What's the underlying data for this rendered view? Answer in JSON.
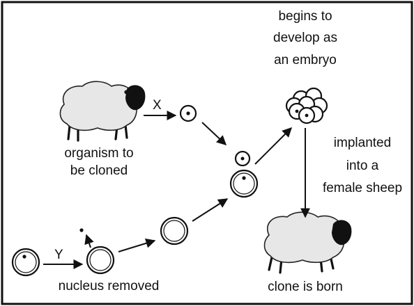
{
  "labels": {
    "arrow_x": "X",
    "arrow_y": "Y",
    "organism_line1": "organism to",
    "organism_line2": "be cloned",
    "nucleus_removed": "nucleus removed",
    "embryo_line1": "begins to",
    "embryo_line2": "develop as",
    "embryo_line3": "an embryo",
    "implanted_line1": "implanted",
    "implanted_line2": "into a",
    "implanted_line3": "female sheep",
    "clone_born": "clone is born"
  },
  "colors": {
    "ink": "#111111",
    "wool": "#e7e7e7",
    "background": "#ffffff"
  },
  "icons": {
    "source_sheep": "sheep-icon",
    "clone_sheep": "sheep-icon"
  }
}
